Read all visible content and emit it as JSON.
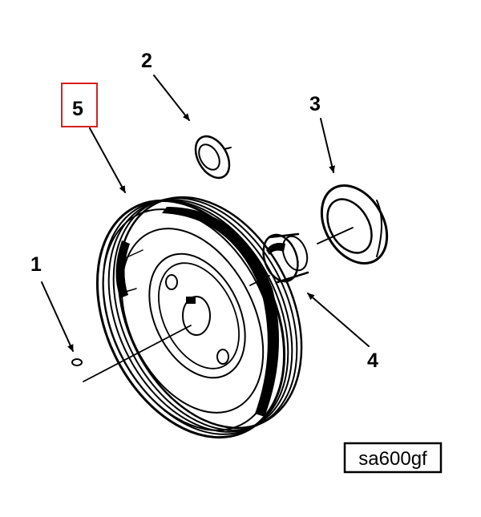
{
  "callouts": [
    {
      "number": "1",
      "part": "woodruff-key"
    },
    {
      "number": "2",
      "part": "washer"
    },
    {
      "number": "3",
      "part": "seal"
    },
    {
      "number": "4",
      "part": "spacer-sleeve"
    },
    {
      "number": "5",
      "part": "crankshaft-pulley"
    }
  ],
  "figure_label": "sa600gf",
  "colors": {
    "line": "#000000",
    "highlight_box": "#d62020",
    "background": "#ffffff"
  }
}
